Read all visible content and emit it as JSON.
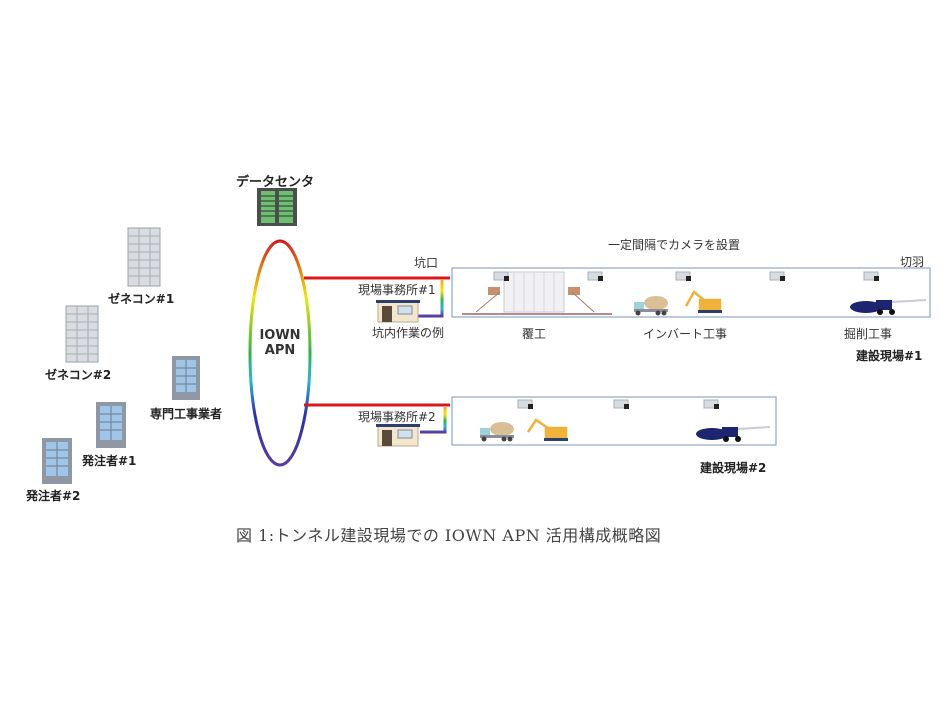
{
  "figure": {
    "caption": "図 1:トンネル建設現場での IOWN APN 活用構成概略図",
    "network": {
      "line1": "IOWN",
      "line2": "APN"
    },
    "datacenter": "データセンタ",
    "clients": [
      {
        "label": "ゼネコン#1",
        "icon": "office-tower-icon"
      },
      {
        "label": "ゼネコン#2",
        "icon": "office-tower-icon"
      },
      {
        "label": "専門工事業者",
        "icon": "office-building-icon"
      },
      {
        "label": "発注者#1",
        "icon": "office-building-icon"
      },
      {
        "label": "発注者#2",
        "icon": "office-building-icon"
      }
    ],
    "site1": {
      "title": "建設現場#1",
      "entrance": "坑口",
      "face": "切羽",
      "camera_note": "一定間隔でカメラを設置",
      "office": "現場事務所#1",
      "example_note": "坑内作業の例",
      "works": [
        "覆工",
        "インバート工事",
        "掘削工事"
      ]
    },
    "site2": {
      "title": "建設現場#2",
      "office": "現場事務所#2"
    },
    "colors": {
      "red": "#d7191c",
      "orange": "#f5a623",
      "yellow": "#f2e600",
      "green": "#2fb34a",
      "cyan": "#27b7d6",
      "blue": "#2a2fb0",
      "purple": "#6b3fa0",
      "frame": "#8fa7c6"
    }
  }
}
